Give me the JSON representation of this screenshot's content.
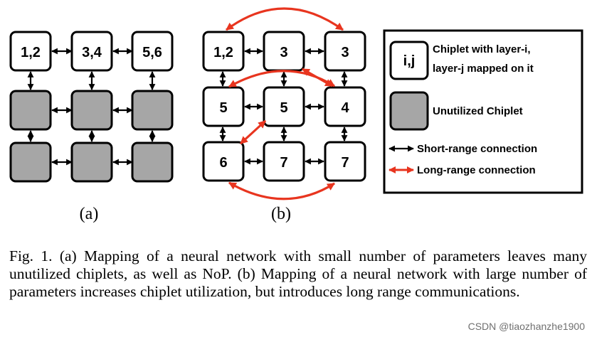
{
  "colors": {
    "short_range": "#000000",
    "long_range": "#e8351f",
    "unutilized": "#a6a6a6",
    "node_fill": "#ffffff",
    "border": "#000000"
  },
  "diagram_a": {
    "sub_label": "(a)",
    "nodes": [
      "1,2",
      "3,4",
      "5,6",
      "",
      "",
      "",
      "",
      "",
      ""
    ]
  },
  "diagram_b": {
    "sub_label": "(b)",
    "nodes": [
      "1,2",
      "3",
      "3",
      "5",
      "5",
      "4",
      "6",
      "7",
      "7"
    ]
  },
  "legend": {
    "sample_node_label": "i,j",
    "chiplet_line1": "Chiplet with layer-i,",
    "chiplet_line2": "layer-j mapped on it",
    "unutilized_label": "Unutilized Chiplet",
    "short_range_label": "Short-range connection",
    "long_range_label": "Long-range connection"
  },
  "caption": "Fig. 1.   (a) Mapping of a neural network with small number of parameters leaves many unutilized chiplets, as well as NoP. (b) Mapping of a neural network with large number of parameters increases chiplet utilization, but introduces long range communications.",
  "watermark": "CSDN @tiaozhanzhe1900"
}
